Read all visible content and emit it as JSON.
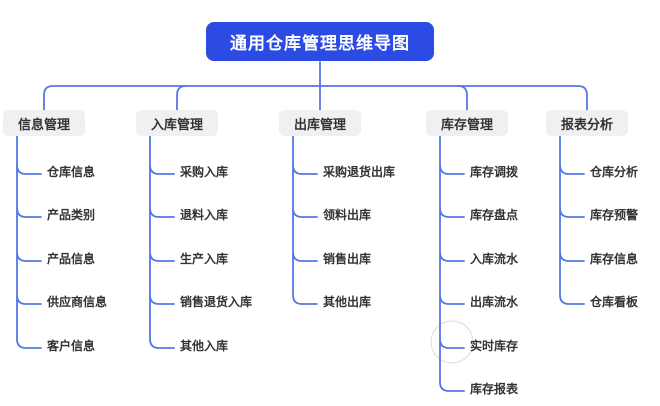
{
  "root": {
    "label": "通用仓库管理思维导图"
  },
  "branches": [
    {
      "label": "信息管理",
      "children": [
        "仓库信息",
        "产品类别",
        "产品信息",
        "供应商信息",
        "客户信息"
      ]
    },
    {
      "label": "入库管理",
      "children": [
        "采购入库",
        "退料入库",
        "生产入库",
        "销售退货入库",
        "其他入库"
      ]
    },
    {
      "label": "出库管理",
      "children": [
        "采购退货出库",
        "领料出库",
        "销售出库",
        "其他出库"
      ]
    },
    {
      "label": "库存管理",
      "children": [
        "库存调拨",
        "库存盘点",
        "入库流水",
        "出库流水",
        "实时库存",
        "库存报表"
      ]
    },
    {
      "label": "报表分析",
      "children": [
        "仓库分析",
        "库存预警",
        "库存信息",
        "仓库看板"
      ]
    }
  ],
  "colors": {
    "canvas_bg": "#ffffff",
    "root_bg": "#2b4be2",
    "root_text": "#ffffff",
    "branch_bg": "#f0f0f1",
    "text": "#333333",
    "line": "#5577e6",
    "watermark": "#dcdcdc"
  }
}
